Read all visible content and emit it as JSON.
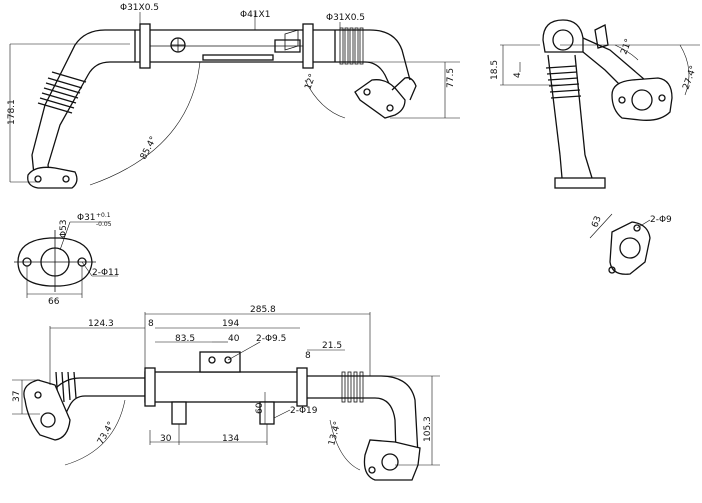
{
  "drawing": {
    "top_view": {
      "pipe_left": "Φ31X0.5",
      "body": "Φ41X1",
      "pipe_right": "Φ31X0.5",
      "height": "178.1",
      "right_drop": "77.5",
      "angle_main": "85.4°",
      "angle_small": "12°"
    },
    "flange_left": {
      "outer": "Φ53",
      "bore": "Φ31",
      "bore_tol_upper": "+0.1",
      "bore_tol_lower": "-0.05",
      "holes": "2-Φ11",
      "pitch": "66"
    },
    "side_view": {
      "offset": "18.5",
      "small": "4",
      "angle_a": "21°",
      "angle_b": "27.4°"
    },
    "flange_right": {
      "pitch": "63",
      "holes": "2-Φ9"
    },
    "front_view": {
      "overall": "285.8",
      "left_len": "124.3",
      "gap": "8",
      "body_len": "194",
      "bracket_offset": "83.5",
      "bracket_pitch": "40",
      "bracket_holes": "2-Φ9.5",
      "right_gap": "8",
      "right_len": "21.5",
      "left_height": "37",
      "port_height": "60",
      "port_holes": "2-Φ19",
      "port_left": "30",
      "port_pitch": "134",
      "right_height": "105.3",
      "angle_left": "73.4°",
      "angle_right": "13.4°"
    }
  }
}
